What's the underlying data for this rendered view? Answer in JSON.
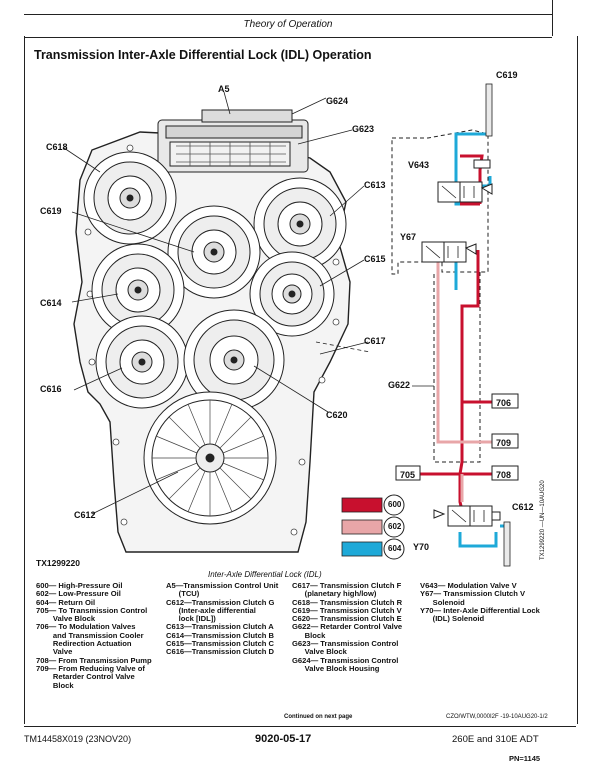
{
  "header": {
    "title": "Theory of Operation"
  },
  "figure": {
    "title": "Transmission Inter-Axle Differential Lock (IDL) Operation",
    "caption": "Inter-Axle Differential Lock (IDL)",
    "tx_id": "TX1299220",
    "side_id": "TX1299220 —UN—10AUG20",
    "labels": {
      "a5": "A5",
      "g624": "G624",
      "g623": "G623",
      "c618": "C618",
      "c613": "C613",
      "c619": "C619",
      "c615": "C615",
      "c614": "C614",
      "c617": "C617",
      "c616": "C616",
      "c620": "C620",
      "c612": "C612",
      "g622": "G622",
      "v643": "V643",
      "y67": "Y67",
      "y70": "Y70",
      "c619r": "C619",
      "c612r": "C612",
      "p706": "706",
      "p709": "709",
      "p705": "705",
      "p708": "708",
      "k600": "600",
      "k602": "602",
      "k604": "604"
    },
    "colors": {
      "high": "#c8102e",
      "low": "#e8a6a8",
      "return": "#1ea9d8"
    }
  },
  "legend": {
    "col1": [
      "600— High-Pressure Oil",
      "602— Low-Pressure Oil",
      "604— Return Oil",
      "705— To Transmission Control",
      "        Valve Block",
      "706— To Modulation Valves",
      "        and Transmission Cooler",
      "        Redirection Actuation",
      "        Valve",
      "708— From Transmission Pump",
      "709— From Reducing Valve of",
      "        Retarder Control Valve",
      "        Block"
    ],
    "col2": [
      "A5—Transmission Control Unit",
      "      (TCU)",
      "C612—Transmission Clutch G",
      "      (Inter-axle differential",
      "      lock [IDL])",
      "C613—Transmission Clutch A",
      "C614—Transmission Clutch B",
      "C615—Transmission Clutch C",
      "C616—Transmission Clutch D"
    ],
    "col3": [
      "C617— Transmission Clutch F",
      "      (planetary high/low)",
      "C618— Transmission Clutch R",
      "C619— Transmission Clutch V",
      "C620— Transmission Clutch E",
      "G622— Retarder Control Valve",
      "      Block",
      "G623— Transmission Control",
      "      Valve Block",
      "G624— Transmission Control",
      "      Valve Block Housing"
    ],
    "col4": [
      "V643— Modulation Valve V",
      "Y67— Transmission Clutch V",
      "      Solenoid",
      "Y70— Inter-Axle Differential Lock",
      "      (IDL) Solenoid"
    ]
  },
  "footer": {
    "continued": "Continued on next page",
    "part_ref": "CZO/WTW,0000I2F -19-10AUG20-1/2",
    "doc": "TM14458X019 (23NOV20)",
    "section": "9020-05-17",
    "model": "260E and 310E ADT",
    "pn": "PN=1145"
  }
}
